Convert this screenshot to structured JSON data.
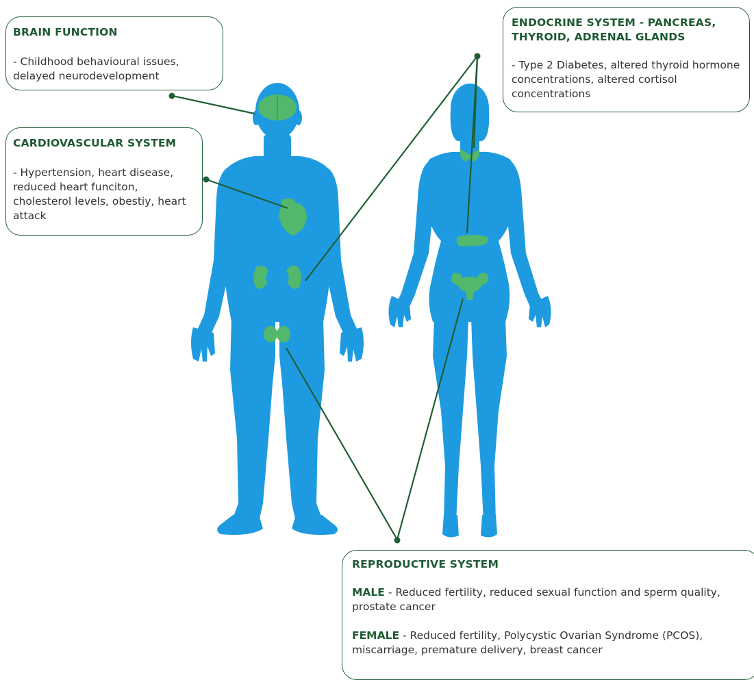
{
  "callouts": {
    "brain": {
      "title": "BRAIN FUNCTION",
      "text": "- Childhood behavioural issues, delayed neurodevelopment"
    },
    "cardiovascular": {
      "title": "CARDIOVASCULAR SYSTEM",
      "text": "- Hypertension, heart disease, reduced heart funciton, cholesterol levels, obestiy, heart attack"
    },
    "endocrine": {
      "title": "ENDOCRINE SYSTEM - PANCREAS, THYROID, ADRENAL GLANDS",
      "text": "- Type 2 Diabetes, altered thyroid hormone concentrations, altered cortisol concentrations"
    },
    "reproductive": {
      "title": "REPRODUCTIVE SYSTEM",
      "male_label": "MALE",
      "male_text": " - Reduced fertility, reduced sexual function and sperm quality, prostate cancer",
      "female_label": "FEMALE",
      "female_text": " - Reduced fertility, Polycystic Ovarian Syndrome (PCOS), miscarriage, premature delivery, breast cancer"
    }
  },
  "colors": {
    "body": "#1e9be0",
    "organ": "#52b86b",
    "connector": "#1f5e34",
    "heading": "#1e5a32"
  },
  "icons": [
    "male-body-silhouette",
    "female-body-silhouette",
    "brain-icon",
    "heart-icon",
    "kidney-icon",
    "prostate-icon",
    "thyroid-icon",
    "pancreas-icon",
    "uterus-icon"
  ]
}
